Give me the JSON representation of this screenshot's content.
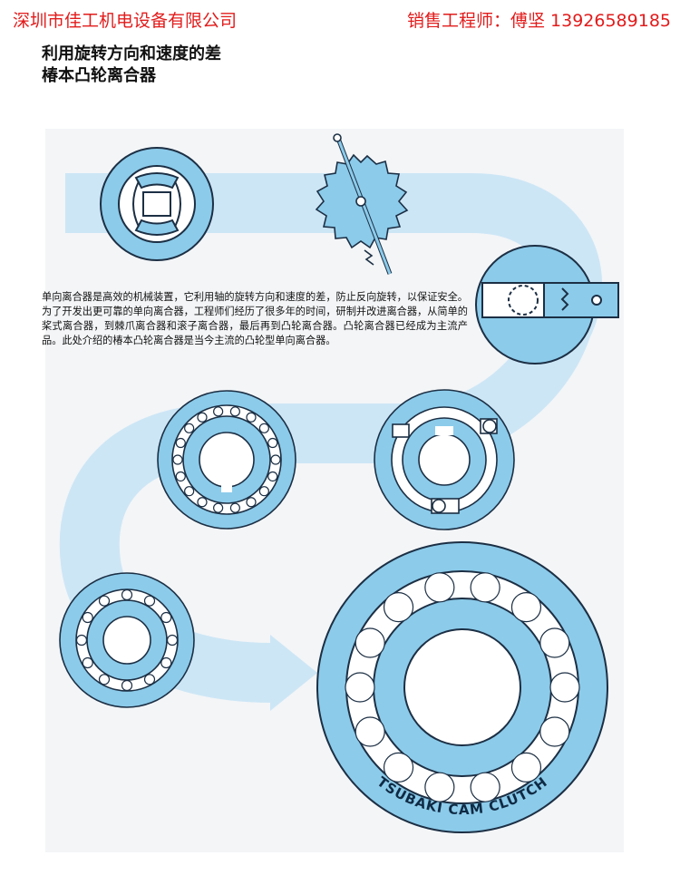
{
  "header": {
    "company": "深圳市佳工机电设备有限公司",
    "contact": "销售工程师：傅坚 13926589185"
  },
  "title": {
    "line1": "利用旋转方向和速度的差",
    "line2": "椿本凸轮离合器"
  },
  "description": "单向离合器是高效的机械装置，它利用轴的旋转方向和速度的差，防止反向旋转，以保证安全。为了开发出更可靠的单向离合器，工程师们经历了很多年的时间，研制并改进离合器，从简单的桨式离合器，到棘爪离合器和滚子离合器，最后再到凸轮离合器。凸轮离合器已经成为主流产品。此处介绍的椿本凸轮离合器是当今主流的凸轮型单向离合器。",
  "illustration": {
    "brand_text": "TSUBAKI CAM CLUTCH",
    "colors": {
      "path": "#cfe8f7",
      "fill": "#8ccbea",
      "stroke": "#1c2f44",
      "panel": "#f3f5f7"
    },
    "stages": [
      "paddle-clutch",
      "ratchet-pawl",
      "lever-clutch",
      "roller-clutch-outer",
      "roller-clutch-inner",
      "spring-roller-clutch",
      "tsubaki-cam-clutch"
    ]
  }
}
